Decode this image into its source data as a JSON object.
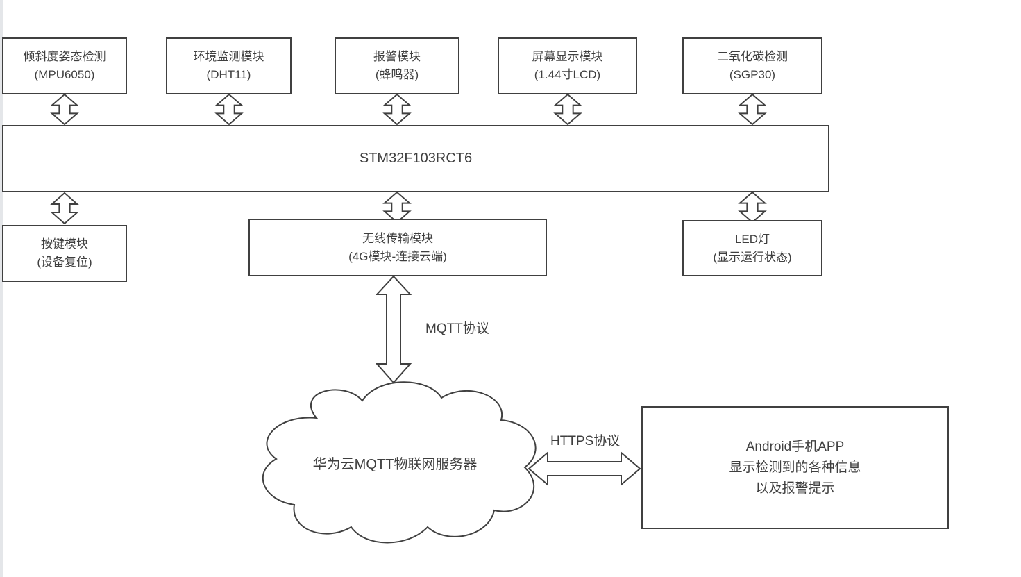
{
  "diagram": {
    "top_modules": [
      {
        "line1": "倾斜度姿态检测",
        "line2": "(MPU6050)"
      },
      {
        "line1": "环境监测模块",
        "line2": "(DHT11)"
      },
      {
        "line1": "报警模块",
        "line2": "(蜂鸣器)"
      },
      {
        "line1": "屏幕显示模块",
        "line2": "(1.44寸LCD)"
      },
      {
        "line1": "二氧化碳检测",
        "line2": "(SGP30)"
      }
    ],
    "mcu": {
      "label": "STM32F103RCT6"
    },
    "bottom_modules": [
      {
        "line1": "按键模块",
        "line2": "(设备复位)"
      },
      {
        "line1": "无线传输模块",
        "line2": "(4G模块-连接云端)"
      },
      {
        "line1": "LED灯",
        "line2": "(显示运行状态)"
      }
    ],
    "mqtt_label": "MQTT协议",
    "https_label": "HTTPS协议",
    "cloud": {
      "label": "华为云MQTT物联网服务器"
    },
    "app": {
      "line1": "Android手机APP",
      "line2": "显示检测到的各种信息",
      "line3": "以及报警提示"
    },
    "colors": {
      "line": "#404040",
      "text": "#3f3f3f",
      "background": "#ffffff"
    }
  }
}
